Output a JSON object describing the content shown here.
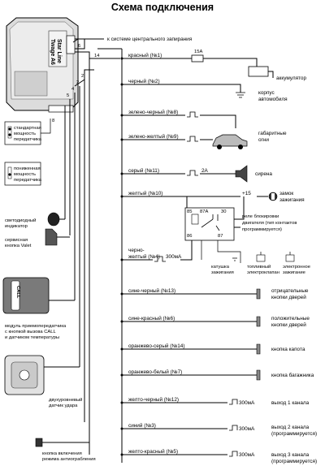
{
  "title": "Схема подключения",
  "unit": {
    "brand_line1": "Star Line",
    "brand_line2": "Twage A6"
  },
  "top": {
    "central_lock": "к системе центрального запирания",
    "pin6": "6",
    "pin14": "14",
    "pin2a": "2",
    "pin2b": "2",
    "pin4": "4",
    "pin5": "5",
    "pin8": "8"
  },
  "left_devices": {
    "power_standard": [
      "стандартная",
      "мощность",
      "передатчика"
    ],
    "power_low": [
      "пониженная",
      "мощность",
      "передатчика"
    ],
    "led": [
      "светодиодный",
      "индикатор"
    ],
    "valet": [
      "сервисная",
      "кнопка Valet"
    ],
    "call_label": "CALL",
    "transceiver": [
      "модуль приемопередатчика",
      "с кнопкой вызова CALL",
      "и датчиком температуры"
    ],
    "shock": [
      "двухуровневый",
      "датчик удара"
    ],
    "antiheist": [
      "кнопка включения",
      "режима антиограбления"
    ]
  },
  "wires": [
    {
      "label": "красный (№1)"
    },
    {
      "label": "черный (№2)"
    },
    {
      "label": "зелено-черный (№8)"
    },
    {
      "label": "зелено-желтый (№9)"
    },
    {
      "label": "серый (№11)"
    },
    {
      "label": "желтый (№10)"
    },
    {
      "label": "черно-"
    },
    {
      "label": "желтый (№4)"
    },
    {
      "label": "сине-черный (№13)"
    },
    {
      "label": "сине-красный (№6)"
    },
    {
      "label": "оранжево-серый (№14)"
    },
    {
      "label": "оранжево-белый (№7)"
    },
    {
      "label": "желто-черный (№12)"
    },
    {
      "label": "синий (№3)"
    },
    {
      "label": "желто-красный (№5)"
    }
  ],
  "right": {
    "fuse": "15A",
    "battery": "аккумулятор",
    "ground": [
      "корпус",
      "автомобиля"
    ],
    "parking": [
      "габаритные",
      "огни"
    ],
    "siren_current": "2A",
    "siren": "сирена",
    "ign_plus": "+15",
    "ign_lock": [
      "замок",
      "зажигания"
    ],
    "relay_pins": [
      "85",
      "87A",
      "30",
      "86",
      "87"
    ],
    "relay_text": [
      "реле блокировки",
      "двигателя (тип контактов",
      "программируется)"
    ],
    "current_300": "300мА",
    "coil": [
      "катушка",
      "зажигания"
    ],
    "fuelvalve": [
      "топливный",
      "электроклапан"
    ],
    "elec_ign": [
      "электронное",
      "зажигание"
    ],
    "neg_doors": [
      "отрицательные",
      "кнопки дверей"
    ],
    "pos_doors": [
      "положительные",
      "кнопки дверей"
    ],
    "hood": "кнопка капота",
    "trunk": "кнопка багажника",
    "out1": "выход 1 канала",
    "out2": [
      "выход 2 канала",
      "(программируется)"
    ],
    "out3": [
      "выход 3 канала",
      "(программируется)"
    ]
  }
}
